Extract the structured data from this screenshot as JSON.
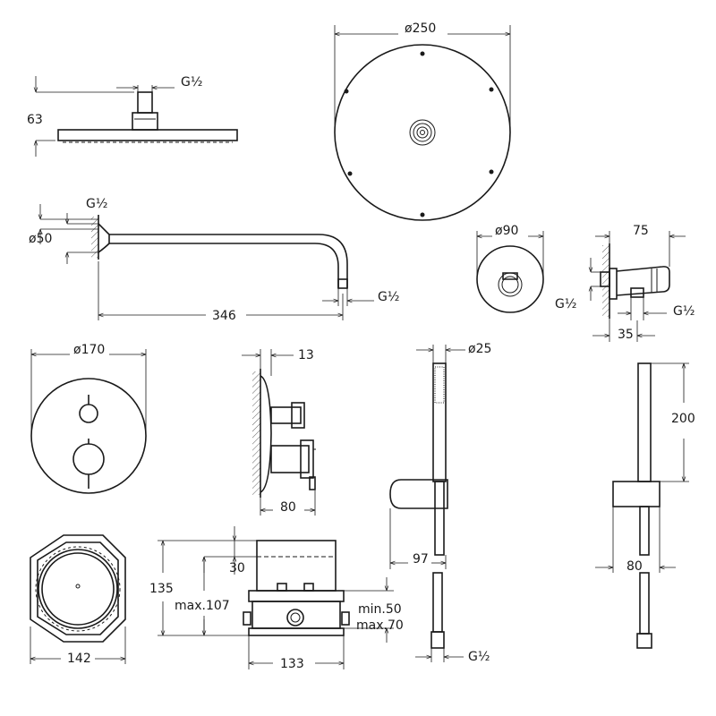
{
  "dimensions": {
    "head_diameter": "ø250",
    "head_height": "63",
    "head_thread": "G½",
    "arm_thread_top": "G½",
    "arm_flange_diameter": "ø50",
    "arm_length": "346",
    "arm_thread_bottom": "G½",
    "outlet_diameter": "ø90",
    "holder_depth": "75",
    "holder_thread_left": "G½",
    "holder_thread_right": "G½",
    "holder_offset": "35",
    "plate_diameter": "ø170",
    "plate_projection": "13",
    "valve_depth": "80",
    "hand_shower_diameter": "ø25",
    "hand_shower_length": "200",
    "hand_shower_reach": "97",
    "slide_depth": "80",
    "hose_thread": "G½",
    "box_width": "142",
    "body_height": "135",
    "body_cover": "30",
    "body_max_depth": "max.107",
    "body_width": "133",
    "body_min_depth": "min.50",
    "body_max_finish": "max.70"
  }
}
